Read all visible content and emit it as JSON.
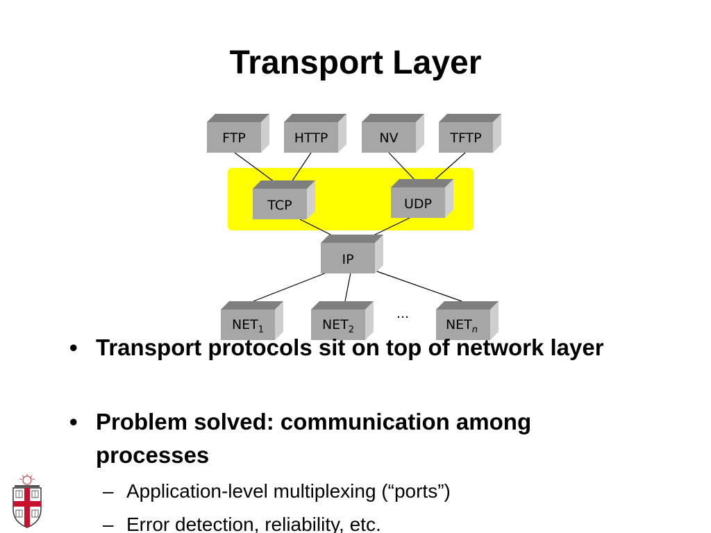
{
  "slide": {
    "title": "Transport Layer"
  },
  "diagram": {
    "app_boxes": [
      "FTP",
      "HTTP",
      "NV",
      "TFTP"
    ],
    "transport_boxes": [
      "TCP",
      "UDP"
    ],
    "ip_box": "IP",
    "net_boxes": [
      {
        "base": "NET",
        "sub": "1"
      },
      {
        "base": "NET",
        "sub": "2"
      },
      {
        "base": "NET",
        "sub": "n"
      }
    ],
    "ellipsis": "...",
    "colors": {
      "highlight": "#ffff00",
      "box_front": "#a6a6a6",
      "box_top": "#7f7f7f",
      "box_side": "#cfcfcf"
    }
  },
  "bullets": [
    "Transport protocols sit on top of network layer",
    "Problem solved: communication among processes"
  ],
  "sub_bullets": [
    "Application-level multiplexing (“ports”)",
    "Error detection, reliability, etc."
  ],
  "markers": {
    "bullet": "•",
    "dash": "–"
  },
  "logo": "university-crest-icon"
}
